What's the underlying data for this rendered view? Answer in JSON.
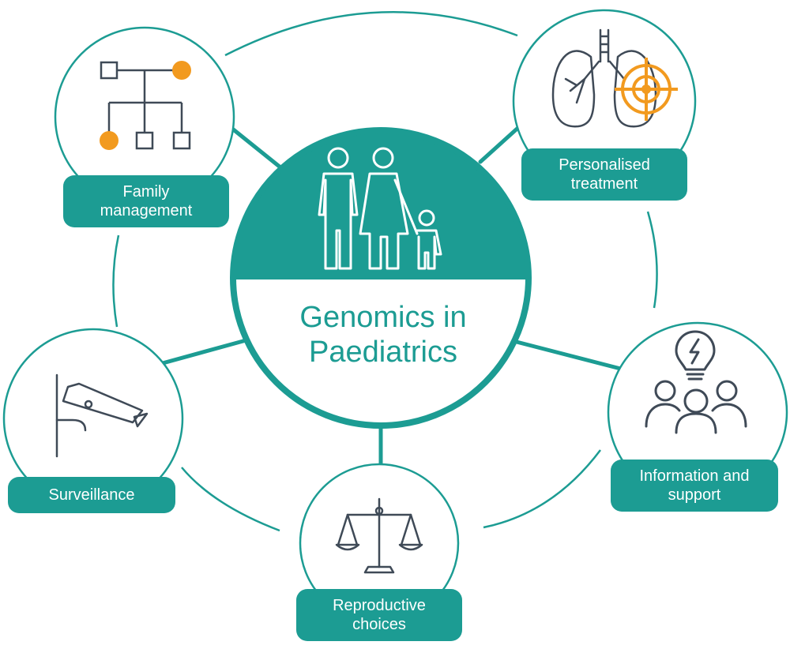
{
  "center": {
    "title_line1": "Genomics in",
    "title_line2": "Paediatrics",
    "icon": "family-icon"
  },
  "nodes": [
    {
      "id": "family",
      "label_line1": "Family",
      "label_line2": "management",
      "icon": "pedigree-icon"
    },
    {
      "id": "personalised",
      "label_line1": "Personalised",
      "label_line2": "treatment",
      "icon": "lungs-target-icon"
    },
    {
      "id": "information",
      "label_line1": "Information and",
      "label_line2": "support",
      "icon": "people-lightbulb-icon"
    },
    {
      "id": "reproductive",
      "label_line1": "Reproductive",
      "label_line2": "choices",
      "icon": "scales-icon"
    },
    {
      "id": "surveillance",
      "label_line1": "Surveillance",
      "label_line2": "",
      "icon": "cctv-camera-icon"
    }
  ],
  "colors": {
    "teal": "#1c9c93",
    "orange": "#f29a1f",
    "icon_gray": "#3f4a57",
    "white": "#ffffff"
  }
}
